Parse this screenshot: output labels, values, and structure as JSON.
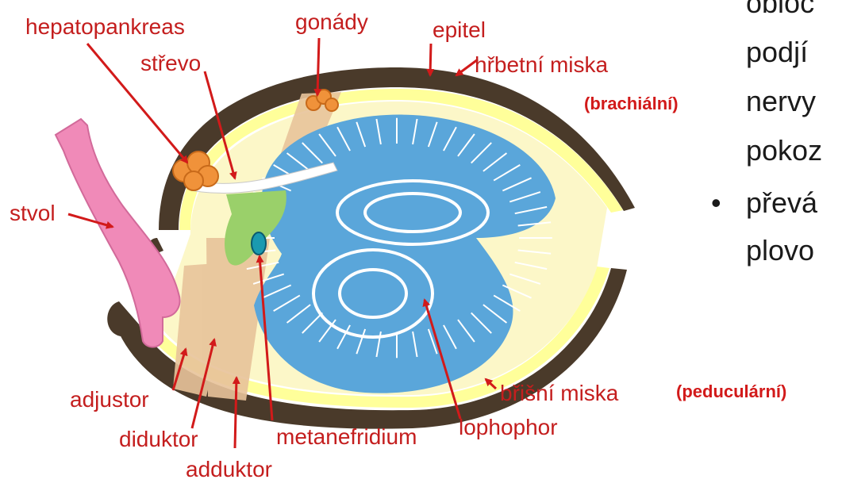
{
  "labels": {
    "hepatopankreas": "hepatopankreas",
    "gonady": "gonády",
    "epitel": "epitel",
    "strevo": "střevo",
    "hrbetni": "hřbetní miska",
    "brachialni": "(brachiální)",
    "stvol": "stvol",
    "adjustor": "adjustor",
    "diduktor": "diduktor",
    "adduktor": "adduktor",
    "metanefridium": "metanefridium",
    "lophophor": "lophophor",
    "brisni": "břišní miska",
    "pedicularni": "(peduculární)"
  },
  "side_text": {
    "line1": "obloč",
    "line2": "podjí",
    "line3": "nervy",
    "line4": "pokoz",
    "line5": "převá",
    "line6": "plovo"
  },
  "bullet_glyph": "•",
  "colors": {
    "shell": "#4a3a2a",
    "epithelium": "#ffff9a",
    "mantle": "#fcf7c8",
    "lophophore": "#5aa6da",
    "stalk": "#f08ab8",
    "muscle": "#e8c39a",
    "hepatopancreas": "#f0923a",
    "gut": "#9ad06a",
    "metanephridium": "#1a9ab0",
    "arrow": "#d21a1a"
  }
}
